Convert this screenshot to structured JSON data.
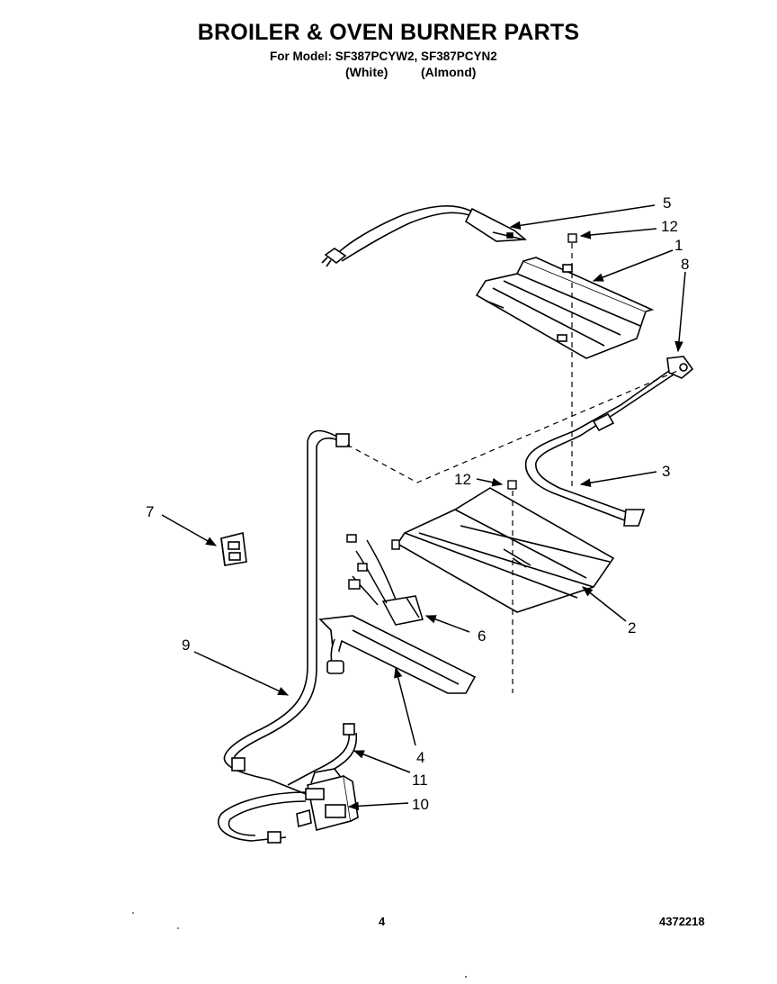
{
  "header": {
    "title": "BROILER & OVEN BURNER PARTS",
    "model_line": "For Model: SF387PCYW2, SF387PCYN2",
    "color_1": "(White)",
    "color_2": "(Almond)"
  },
  "footer": {
    "page_number": "4",
    "document_number": "4372218"
  },
  "callouts": [
    "5",
    "12",
    "1",
    "8",
    "3",
    "12",
    "7",
    "2",
    "6",
    "9",
    "4",
    "11",
    "10"
  ]
}
